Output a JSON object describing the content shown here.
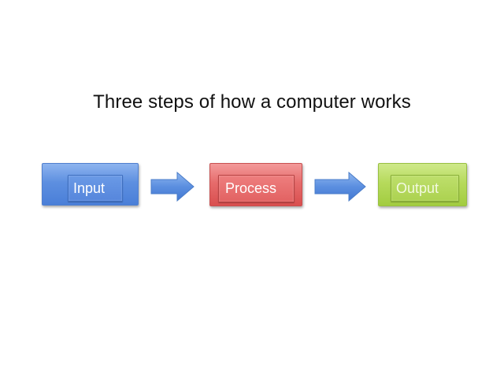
{
  "slide": {
    "title": "Three steps of how a computer works"
  },
  "steps": [
    {
      "label": "Input",
      "color": "#5d8fe0"
    },
    {
      "label": "Process",
      "color": "#e66c6c"
    },
    {
      "label": "Output",
      "color": "#b6da5c"
    }
  ],
  "arrows": [
    {
      "icon": "right-arrow-icon",
      "color": "#4f86d9"
    },
    {
      "icon": "right-arrow-icon",
      "color": "#4f86d9"
    }
  ]
}
